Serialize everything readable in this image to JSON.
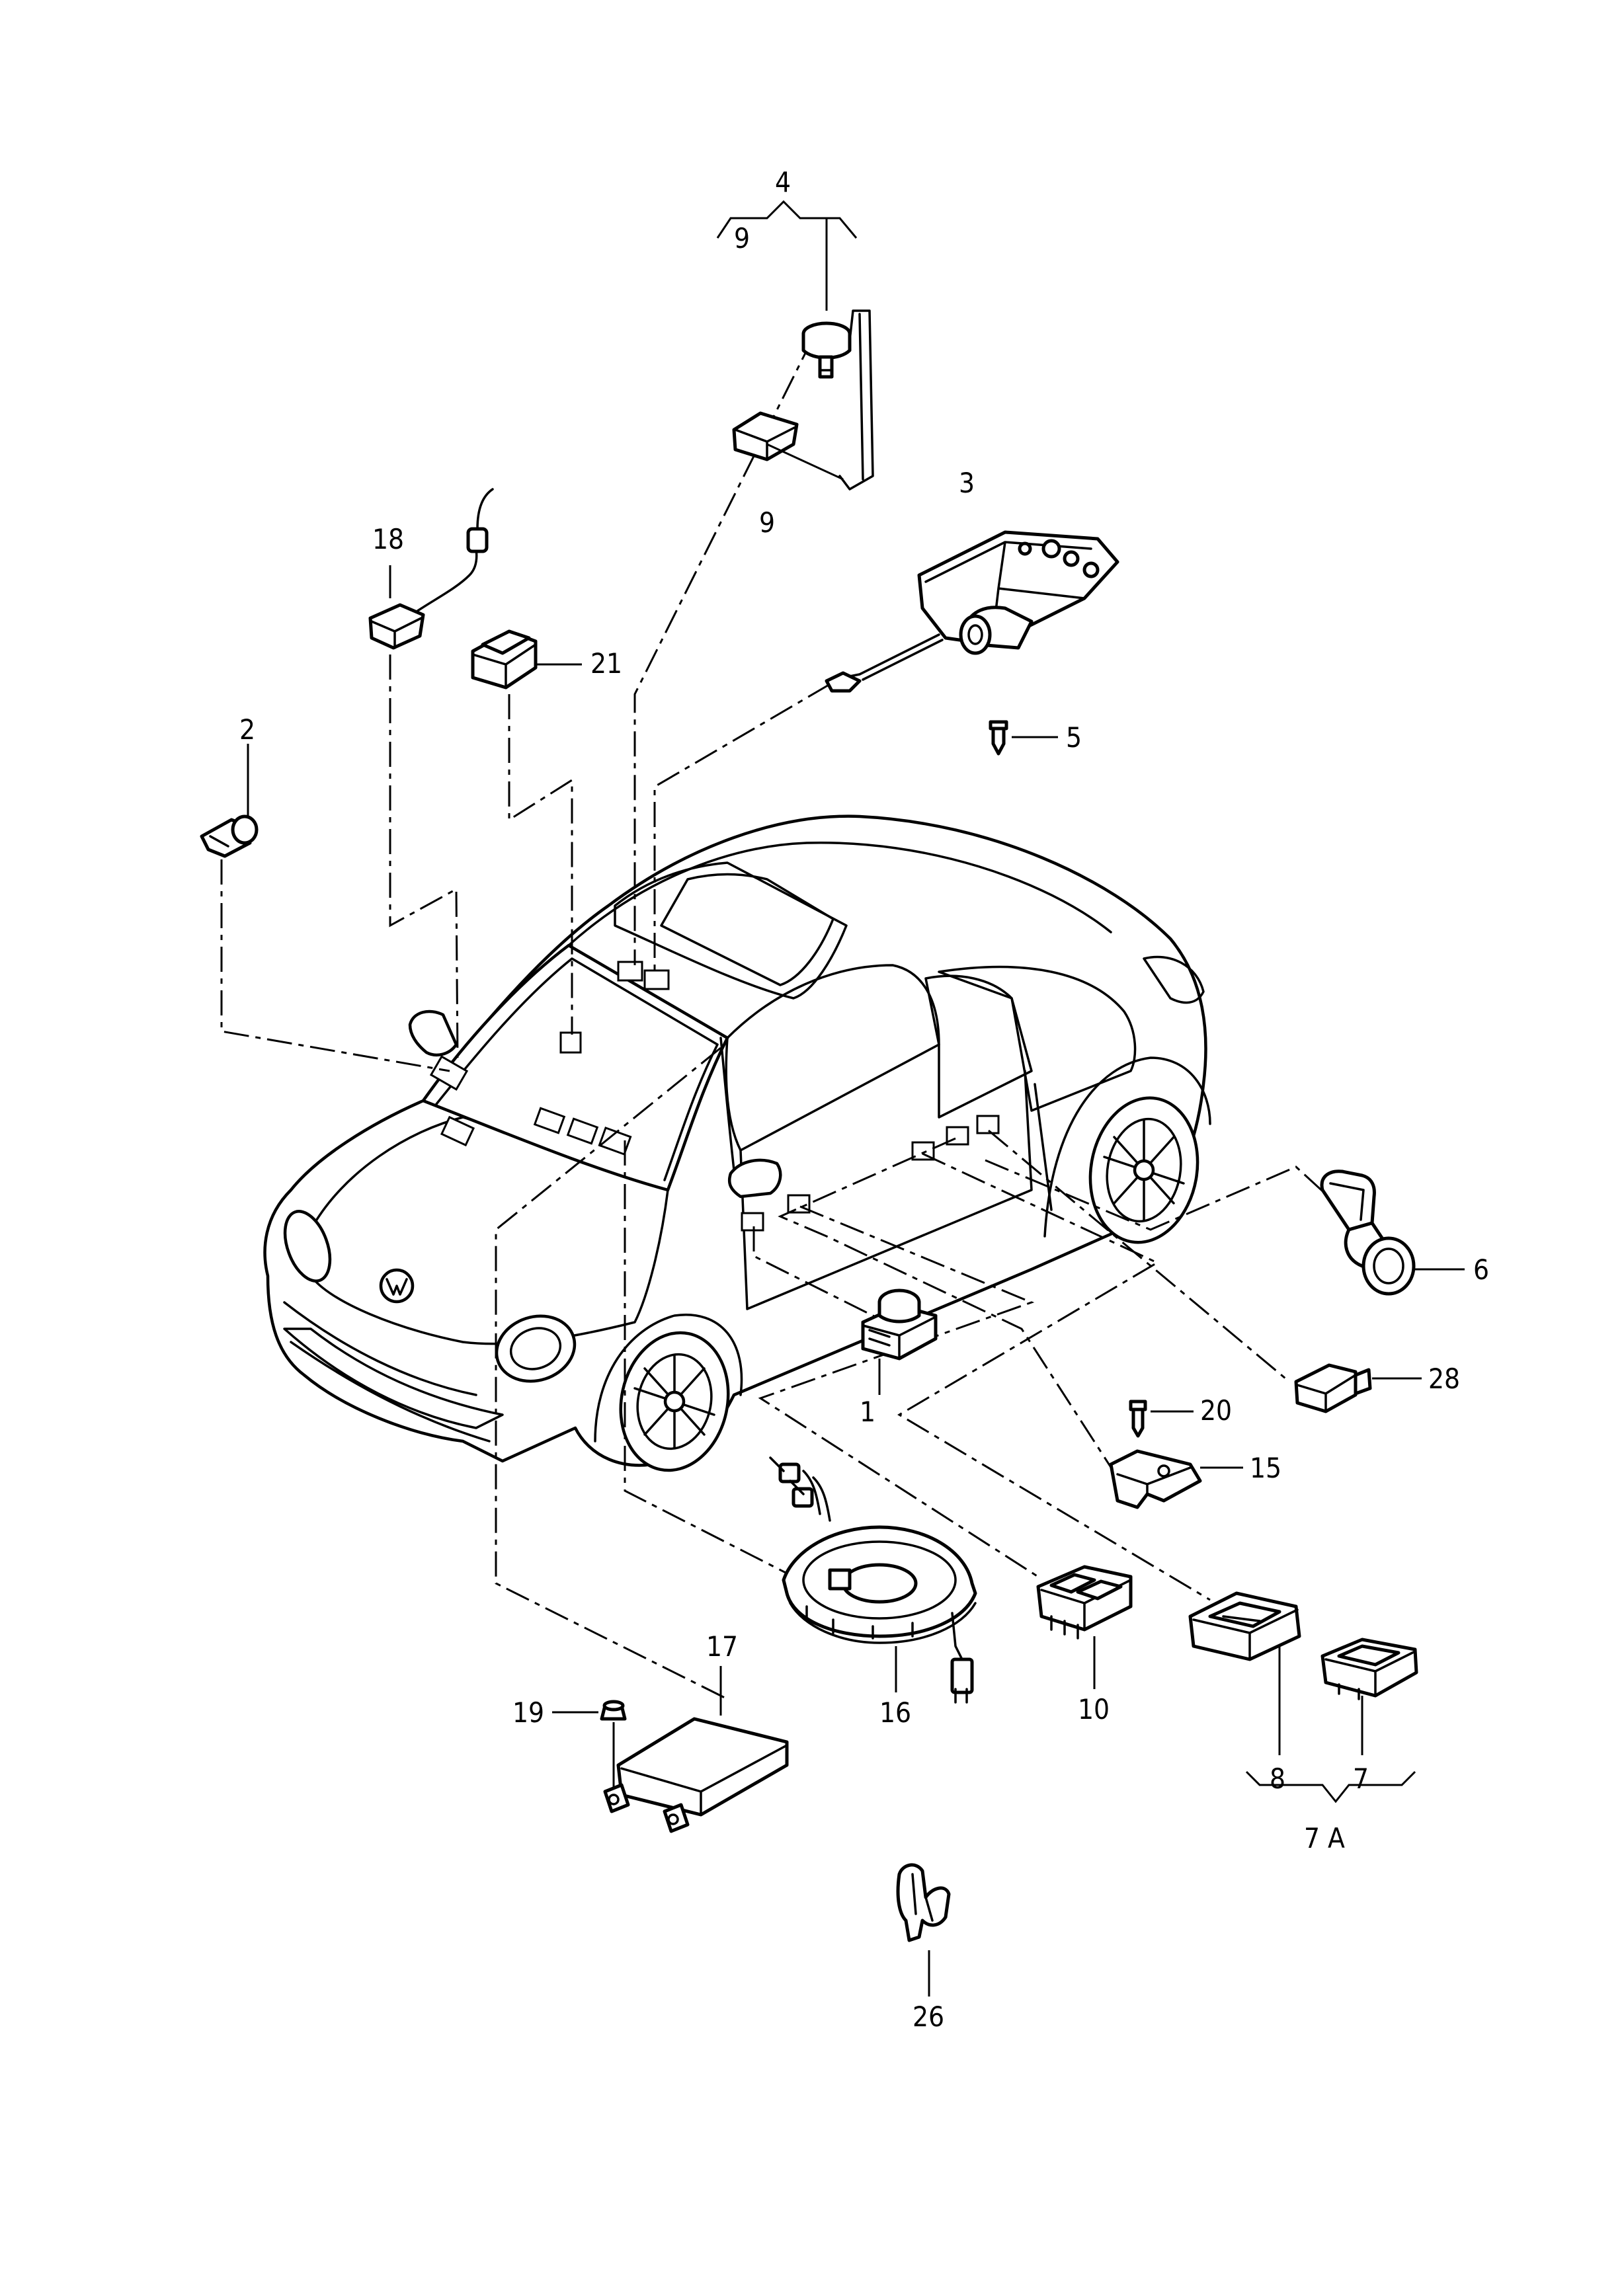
{
  "labels": {
    "p1": "1",
    "p2": "2",
    "p3": "3",
    "p4": "4",
    "p5": "5",
    "p6": "6",
    "p7": "7",
    "p7a": "7 A",
    "p8": "8",
    "p9a": "9",
    "p9b": "9",
    "p10": "10",
    "p15": "15",
    "p16": "16",
    "p17": "17",
    "p18": "18",
    "p19": "19",
    "p20": "20",
    "p21": "21",
    "p26": "26",
    "p28": "28"
  }
}
